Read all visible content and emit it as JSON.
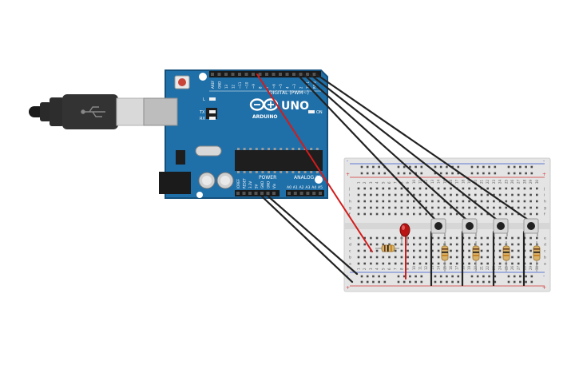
{
  "board": {
    "brand_text": "UNO",
    "maker_text": "ARDUINO",
    "digital_header": "DIGITAL (PWM~)",
    "power_header": "POWER",
    "analog_header": "ANALOG IN",
    "on_label": "ON",
    "l_label": "L",
    "tx_label": "TX",
    "rx_label": "RX",
    "digital_pins": [
      "AREF",
      "GND",
      "13",
      "12",
      "~11",
      "~10",
      "~9",
      "8",
      "7",
      "~6",
      "~5",
      "4",
      "~3",
      "2",
      "TX 1",
      "RX 0"
    ],
    "power_pins": [
      "IOREF",
      "RESET",
      "3.3V",
      "5V",
      "GND",
      "GND",
      "Vin"
    ],
    "analog_pins": [
      "A0",
      "A1",
      "A2",
      "A3",
      "A4",
      "A5"
    ]
  },
  "breadboard": {
    "row_letters_top": [
      "j",
      "i",
      "h",
      "g",
      "f"
    ],
    "row_letters_bottom": [
      "e",
      "d",
      "c",
      "b",
      "a"
    ],
    "column_numbers": [
      "1",
      "2",
      "3",
      "4",
      "5",
      "6",
      "7",
      "8",
      "9",
      "10",
      "11",
      "12",
      "13",
      "14",
      "15",
      "16",
      "17",
      "18",
      "19",
      "20",
      "21",
      "22",
      "23",
      "24",
      "25",
      "26",
      "27",
      "28",
      "29",
      "30"
    ],
    "plus_sign": "+",
    "minus_sign": "-"
  },
  "colors": {
    "board_blue": "#1f6fa8",
    "board_edge": "#15507d",
    "breadboard": "#e4e4e4",
    "rail_red": "#d63333",
    "rail_blue": "#3355cc",
    "wire_black": "#222222",
    "wire_red": "#d31c1c",
    "led_red": "#b81414",
    "resistor_body": "#d9b26a"
  },
  "components": {
    "usb_cable": "usb-cable-icon",
    "button_count": 4,
    "resistor_count": 5,
    "led_count": 1
  }
}
